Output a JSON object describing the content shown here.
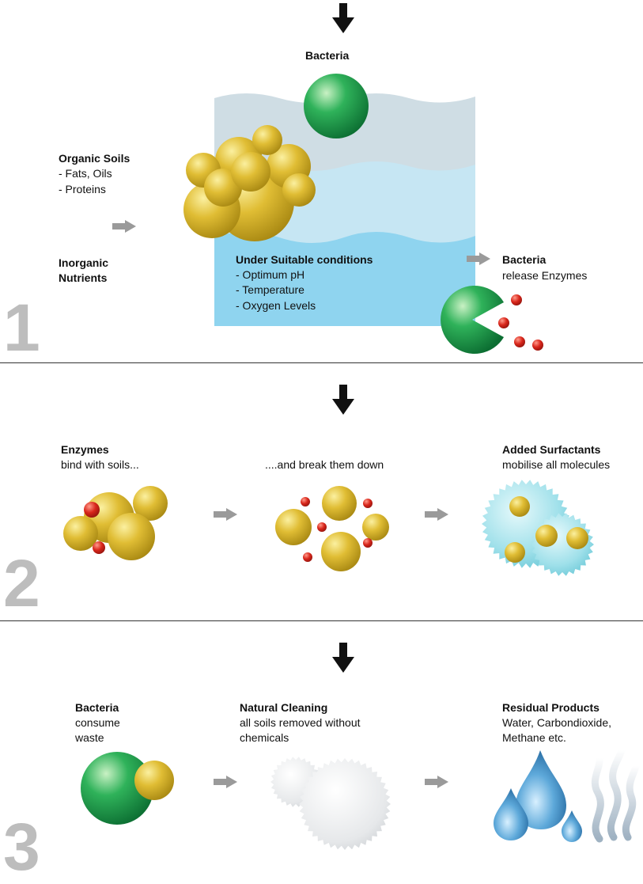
{
  "colors": {
    "bacteria_green": "#1a9a48",
    "soil_gold": "#d6b32b",
    "enzyme_red": "#d42a1f",
    "surfactant_cyan": "#7fd3df",
    "water_blue": "#5aa9d8",
    "step_number_gray": "#bdbdbd",
    "arrow_gray": "#9a9a9a"
  },
  "step1": {
    "number": "1",
    "bacteria_label": "Bacteria",
    "organic_soils_title": "Organic Soils",
    "organic_soils_items": [
      "- Fats, Oils",
      "- Proteins"
    ],
    "inorganic_nutrients_line1": "Inorganic",
    "inorganic_nutrients_line2": "Nutrients",
    "conditions_title": "Under Suitable conditions",
    "conditions_items": [
      "- Optimum pH",
      "- Temperature",
      "- Oxygen Levels"
    ],
    "release_title": "Bacteria",
    "release_text": "release Enzymes"
  },
  "step2": {
    "number": "2",
    "enzymes_title": "Enzymes",
    "enzymes_text": "bind with soils...",
    "break_text": "....and break them down",
    "surfactants_title": "Added Surfactants",
    "surfactants_text": "mobilise all molecules"
  },
  "step3": {
    "number": "3",
    "consume_title": "Bacteria",
    "consume_line1": "consume",
    "consume_line2": "waste",
    "cleaning_title": "Natural Cleaning",
    "cleaning_line1": "all soils removed without",
    "cleaning_line2": "chemicals",
    "residual_title": "Residual Products",
    "residual_line1": "Water, Carbondioxide,",
    "residual_line2": "Methane etc."
  }
}
